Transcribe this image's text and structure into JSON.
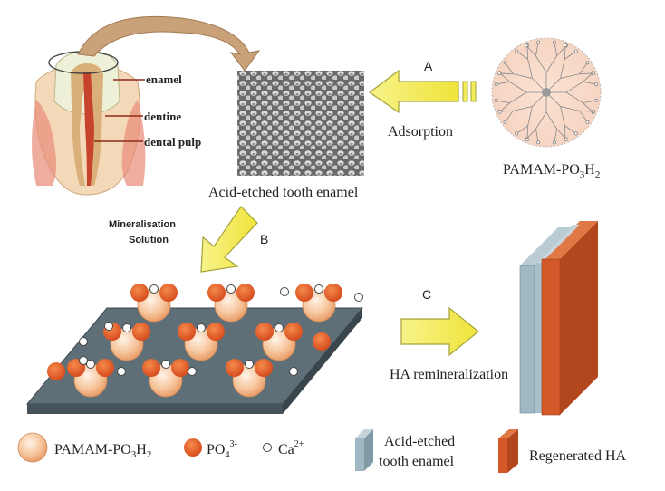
{
  "labels": {
    "enamel": "enamel",
    "dentine": "dentine",
    "dental_pulp": "dental pulp",
    "acid_etched": "Acid-etched tooth enamel",
    "step_a": "A",
    "adsorption": "Adsorption",
    "dendrimer": "PAMAM-PO",
    "dendrimer_sub3": "3",
    "dendrimer_h": "H",
    "dendrimer_sub2": "2",
    "mineralisation_line1": "Mineralisation",
    "mineralisation_line2": "Solution",
    "step_b": "B",
    "step_c": "C",
    "ha_remineralization": "HA remineralization"
  },
  "legend": {
    "pamam": "PAMAM-PO",
    "pamam_sub3": "3",
    "pamam_h": "H",
    "pamam_sub2": "2",
    "po4": "PO",
    "po4_sub": "4",
    "po4_sup": "3-",
    "ca": "Ca",
    "ca_sup": "2+",
    "etched_line1": "Acid-etched",
    "etched_line2": "tooth enamel",
    "regenerated": "Regenerated HA"
  },
  "colors": {
    "arrow_yellow": "#f5ee5a",
    "arrow_stroke": "#a3a23a",
    "po4_orange": "#e8622a",
    "pamam_peach": "#f3b98c",
    "plate_gray": "#5f6f78",
    "enamel_blue": "#9fb8c4",
    "regenerated_orange": "#d4582a",
    "curved_arrow": "#c8a27a"
  }
}
